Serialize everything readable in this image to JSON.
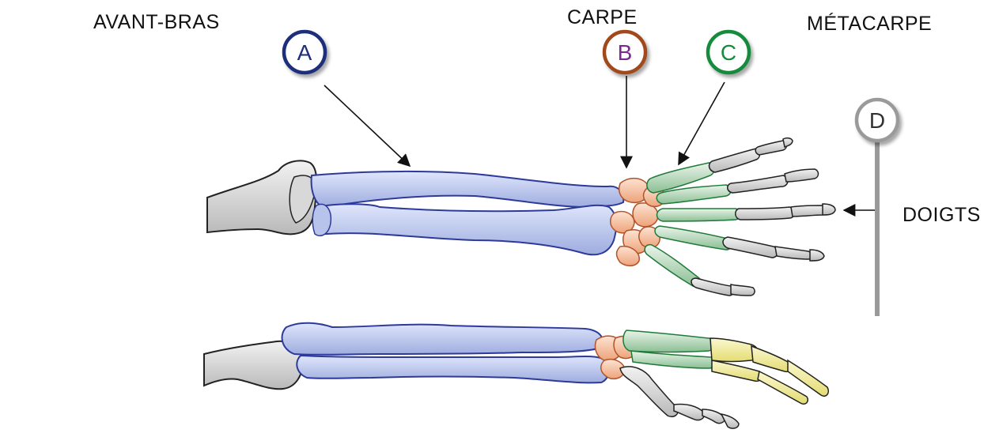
{
  "labels": {
    "a": {
      "letter": "A",
      "text": "AVANT-BRAS",
      "color": "#1f2f7c"
    },
    "b": {
      "letter": "B",
      "text": "CARPE",
      "color": "#a24a1f",
      "letter_color": "#7a2a8a"
    },
    "c": {
      "letter": "C",
      "text": "MÉTACARPE",
      "color": "#178a3c"
    },
    "d": {
      "letter": "D",
      "text": "DOIGTS",
      "color": "#9a9a9a"
    }
  },
  "bone_colors": {
    "forearm": "#c9d3f2",
    "carpus": "#f4c4a6",
    "metacarpus": "#cfe5d0",
    "fingers_grey": "#dcdcdc",
    "fingers_yellow": "#f3efa2"
  }
}
